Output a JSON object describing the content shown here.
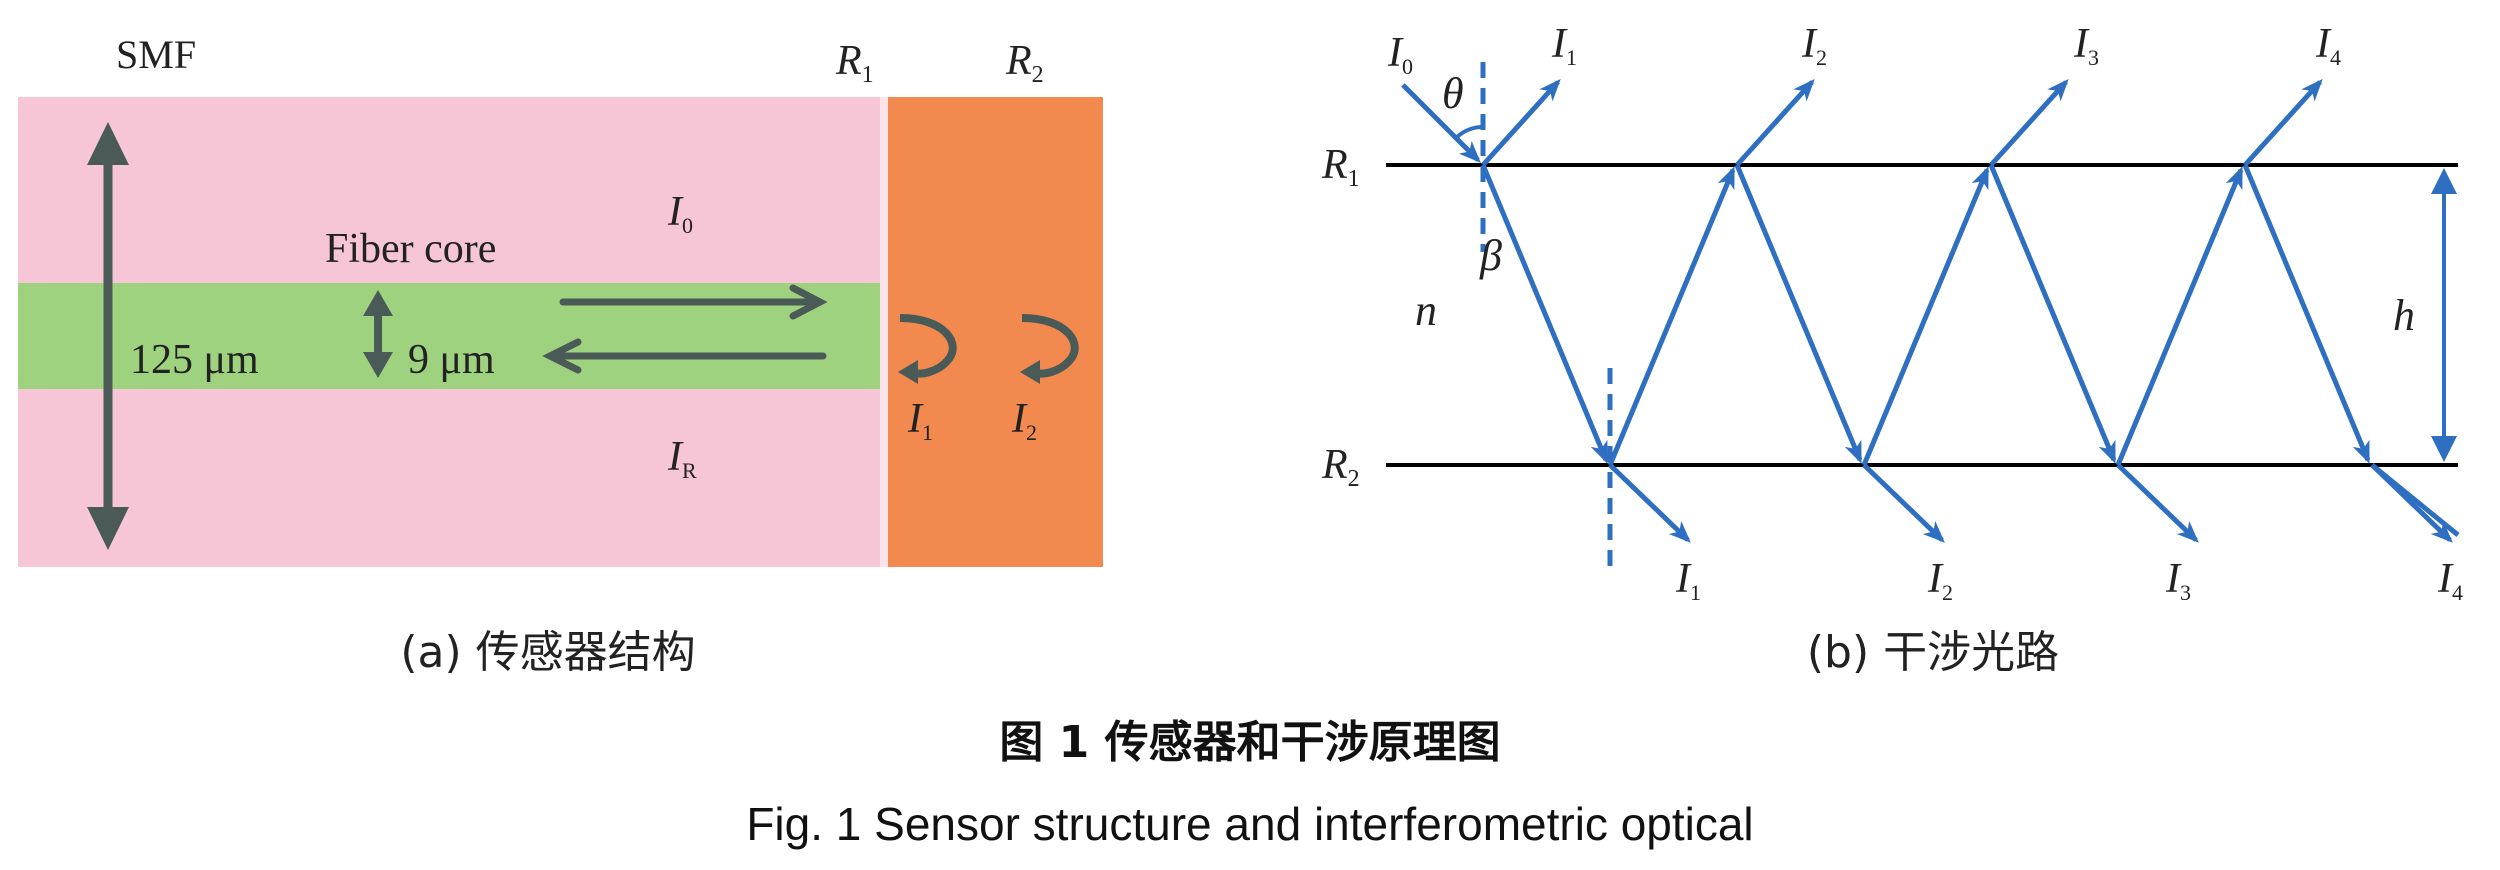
{
  "panel_a": {
    "smf_label": "SMF",
    "r1_label": "R",
    "r1_sub": "1",
    "r2_label": "R",
    "r2_sub": "2",
    "fiber_core_label": "Fiber core",
    "cladding_dim_label": "125 μm",
    "core_dim_label": "9 μm",
    "i0_label": "I",
    "i0_sub": "0",
    "ir_label": "I",
    "ir_sub": "R",
    "i1_label": "I",
    "i1_sub": "1",
    "i2_label": "I",
    "i2_sub": "2",
    "caption": "(a) 传感器结构",
    "colors": {
      "cladding": "#f7c6d6",
      "core": "#9ed27f",
      "reflector": "#f2894f",
      "arrow": "#4a5a56"
    }
  },
  "panel_b": {
    "r1_label": "R",
    "r1_sub": "1",
    "r2_label": "R",
    "r2_sub": "2",
    "n_label": "n",
    "h_label": "h",
    "theta_label": "θ",
    "beta_label": "β",
    "i0_label": "I",
    "i0_sub": "0",
    "top_labels": [
      {
        "text": "I",
        "sub": "1"
      },
      {
        "text": "I",
        "sub": "2"
      },
      {
        "text": "I",
        "sub": "3"
      },
      {
        "text": "I",
        "sub": "4"
      }
    ],
    "bottom_labels": [
      {
        "text": "I",
        "sub": "1"
      },
      {
        "text": "I",
        "sub": "2"
      },
      {
        "text": "I",
        "sub": "3"
      },
      {
        "text": "I",
        "sub": "4"
      }
    ],
    "caption": "(b) 干涉光路",
    "colors": {
      "ray": "#2e6fc2",
      "line": "#000000"
    }
  },
  "figure": {
    "caption_zh": "图 1 传感器和干涉原理图",
    "caption_en": "Fig. 1 Sensor structure and interferometric optical"
  }
}
